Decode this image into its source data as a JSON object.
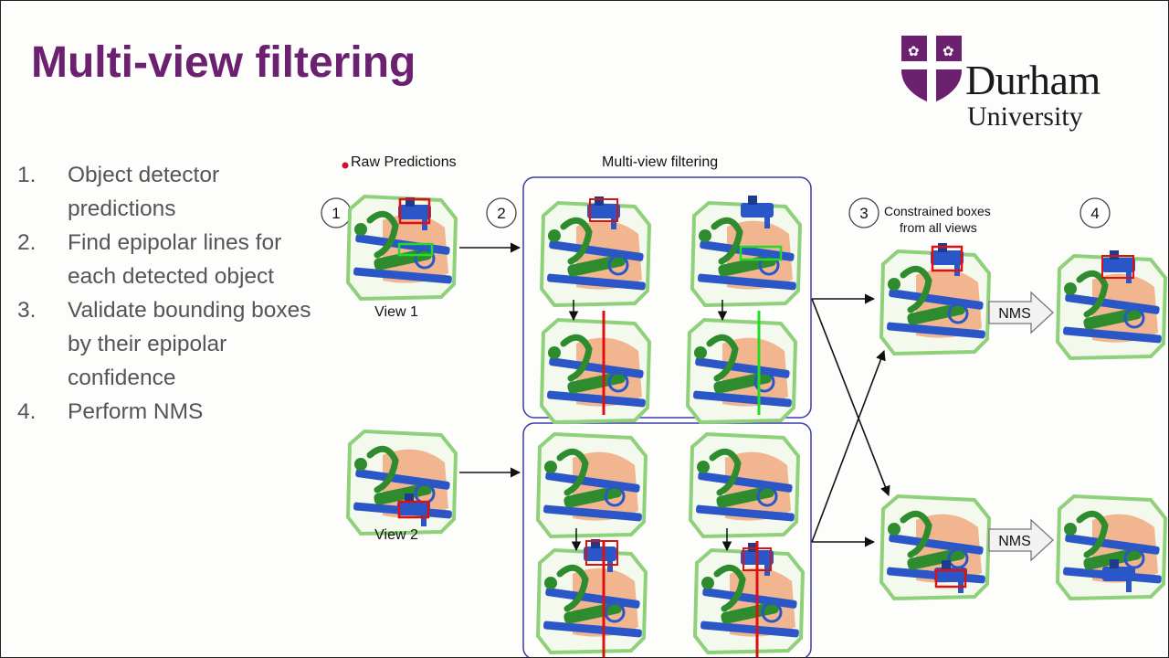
{
  "slide": {
    "title": "Multi-view filtering"
  },
  "logo": {
    "line1": "Durham",
    "line2": "University",
    "colors": {
      "purple": "#6b2170"
    }
  },
  "steps": [
    {
      "num": "1.",
      "text": "Object detector predictions"
    },
    {
      "num": "2.",
      "text": "Find epipolar lines for each detected object"
    },
    {
      "num": "3.",
      "text": "Validate bounding boxes by their epipolar confidence"
    },
    {
      "num": "4.",
      "text": "Perform NMS"
    }
  ],
  "diagram": {
    "raw_predictions_label": "Raw Predictions",
    "filtering_label": "Multi-view filtering",
    "constrained_line1": "Constrained boxes",
    "constrained_line2": "from all views",
    "view1_label": "View 1",
    "view2_label": "View 2",
    "step_numbers": [
      "1",
      "2",
      "3",
      "4"
    ],
    "nms_label": "NMS",
    "colors": {
      "group_border": "#3c3ca8",
      "detection_box": "#dd1111",
      "validated_box": "#22dd22",
      "epipolar_reject": "#dd1111",
      "epipolar_accept": "#22dd22",
      "bag_outline": "#8fd07a",
      "bag_orange": "#ef7f44",
      "object_blue": "#2b56c8",
      "object_green": "#2e8b2e"
    }
  }
}
